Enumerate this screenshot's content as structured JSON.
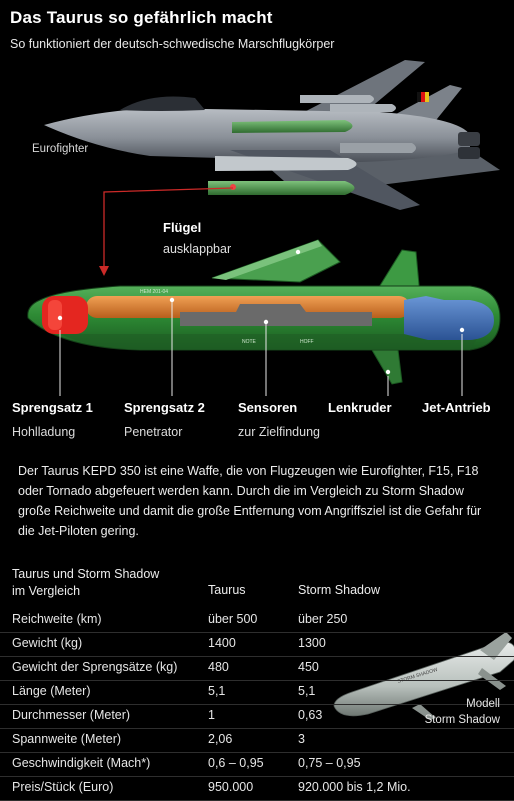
{
  "header": {
    "title": "Das Taurus so gefährlich macht",
    "subtitle": "So funktioniert der deutsch-schwedische Marschflugkörper"
  },
  "jet": {
    "label": "Eurofighter"
  },
  "wing": {
    "title": "Flügel",
    "subtitle": "ausklappbar"
  },
  "components": [
    {
      "name": "Sprengsatz 1",
      "desc": "Hohlladung"
    },
    {
      "name": "Sprengsatz 2",
      "desc": "Penetrator"
    },
    {
      "name": "Sensoren",
      "desc": "zur Zielfindung"
    },
    {
      "name": "Lenkruder",
      "desc": ""
    },
    {
      "name": "Jet-Antrieb",
      "desc": ""
    }
  ],
  "description": "Der Taurus KEPD 350 ist eine Waffe, die von Flugzeugen wie Eurofighter, F15, F18 oder Tornado abgefeuert werden kann. Durch die im Vergleich zu Storm Shadow große Reichweite und damit die große Entfernung vom Angriffsziel ist die Gefahr für die Jet-Piloten gering.",
  "table": {
    "title_line1": "Taurus und Storm Shadow",
    "title_line2": "im Vergleich",
    "col1": "Taurus",
    "col2": "Storm Shadow",
    "rows": [
      {
        "label": "Reichweite (km)",
        "taurus": "über 500",
        "storm": "über 250"
      },
      {
        "label": "Gewicht (kg)",
        "taurus": "1400",
        "storm": "1300"
      },
      {
        "label": "Gewicht der Sprengsätze (kg)",
        "taurus": "480",
        "storm": "450"
      },
      {
        "label": "Länge (Meter)",
        "taurus": "5,1",
        "storm": "5,1"
      },
      {
        "label": "Durchmesser (Meter)",
        "taurus": "1",
        "storm": "0,63"
      },
      {
        "label": "Spannweite (Meter)",
        "taurus": "2,06",
        "storm": "3"
      },
      {
        "label": "Geschwindigkeit (Mach*)",
        "taurus": "0,6 – 0,95",
        "storm": "0,75 – 0,95"
      },
      {
        "label": "Preis/Stück (Euro)",
        "taurus": "950.000",
        "storm": "920.000 bis 1,2 Mio."
      }
    ]
  },
  "storm_image": {
    "label_line1": "Modell",
    "label_line2": "Storm Shadow",
    "marking": "STORM SHADOW"
  },
  "colors": {
    "missile_green": "#2e8b35",
    "missile_dark": "#1a5a20",
    "warhead_red": "#e42620",
    "orange_tube": "#d9782a",
    "sensor_gray": "#6a6a6a",
    "engine_blue": "#3f6fb4",
    "pointer_red": "#cc2a28"
  }
}
